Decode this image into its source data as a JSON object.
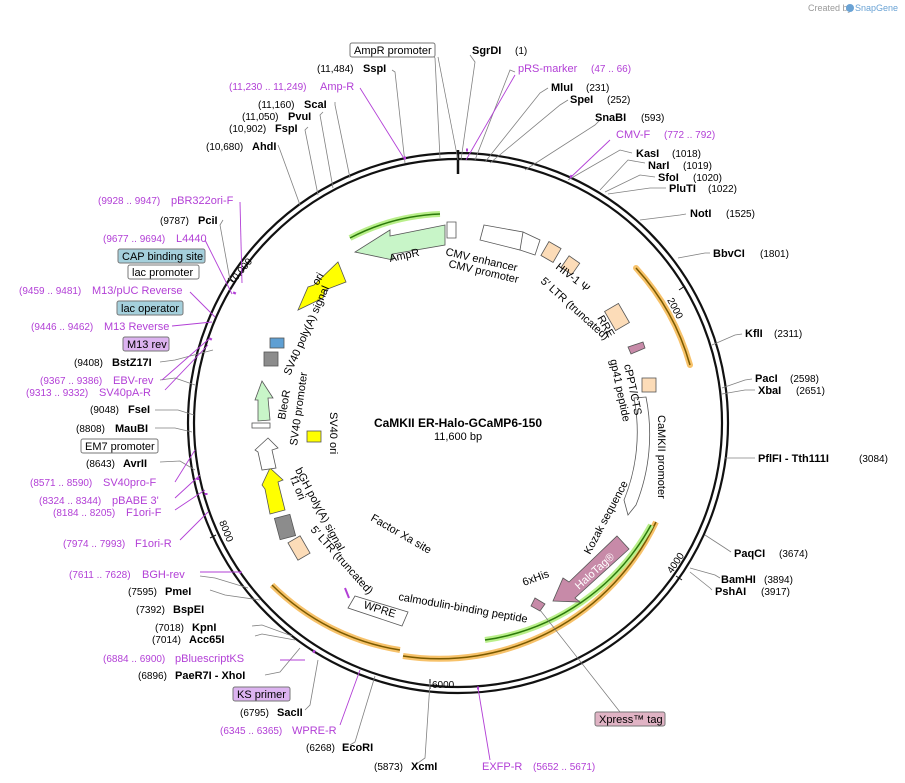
{
  "credit": {
    "created_by": "Created by",
    "app": "SnapGene"
  },
  "plasmid": {
    "name": "CaMKII ER-Halo-GCaMP6-150",
    "length": "11,600 bp"
  },
  "ticks": [
    {
      "label": "2000",
      "bp": 2000
    },
    {
      "label": "4000",
      "bp": 4000
    },
    {
      "label": "6000",
      "bp": 6000
    },
    {
      "label": "8000",
      "bp": 8000
    },
    {
      "label": "10,000",
      "bp": 10000
    }
  ],
  "enzymes": [
    {
      "name": "SgrDI",
      "pos": "(1)"
    },
    {
      "name": "MluI",
      "pos": "(231)"
    },
    {
      "name": "SpeI",
      "pos": "(252)"
    },
    {
      "name": "SnaBI",
      "pos": "(593)"
    },
    {
      "name": "KasI",
      "pos": "(1018)"
    },
    {
      "name": "NarI",
      "pos": "(1019)"
    },
    {
      "name": "SfoI",
      "pos": "(1020)"
    },
    {
      "name": "PluTI",
      "pos": "(1022)"
    },
    {
      "name": "NotI",
      "pos": "(1525)"
    },
    {
      "name": "BbvCI",
      "pos": "(1801)"
    },
    {
      "name": "KflI",
      "pos": "(2311)"
    },
    {
      "name": "PacI",
      "pos": "(2598)"
    },
    {
      "name": "XbaI",
      "pos": "(2651)"
    },
    {
      "name": "PflFI - Tth111I",
      "pos": "(3084)"
    },
    {
      "name": "PaqCI",
      "pos": "(3674)"
    },
    {
      "name": "BamHI",
      "pos": "(3894)"
    },
    {
      "name": "PshAI",
      "pos": "(3917)"
    },
    {
      "name": "XcmI",
      "pos": "(5873)"
    },
    {
      "name": "EcoRI",
      "pos": "(6268)"
    },
    {
      "name": "SacII",
      "pos": "(6795)"
    },
    {
      "name": "PaeR7I - XhoI",
      "pos": "(6896)"
    },
    {
      "name": "Acc65I",
      "pos": "(7014)"
    },
    {
      "name": "KpnI",
      "pos": "(7018)"
    },
    {
      "name": "BspEI",
      "pos": "(7392)"
    },
    {
      "name": "PmeI",
      "pos": "(7595)"
    },
    {
      "name": "AvrII",
      "pos": "(8643)"
    },
    {
      "name": "MauBI",
      "pos": "(8808)"
    },
    {
      "name": "FseI",
      "pos": "(9048)"
    },
    {
      "name": "BstZ17I",
      "pos": "(9408)"
    },
    {
      "name": "PciI",
      "pos": "(9787)"
    },
    {
      "name": "AhdI",
      "pos": "(10,680)"
    },
    {
      "name": "FspI",
      "pos": "(10,902)"
    },
    {
      "name": "PvuI",
      "pos": "(11,050)"
    },
    {
      "name": "ScaI",
      "pos": "(11,160)"
    },
    {
      "name": "SspI",
      "pos": "(11,484)"
    }
  ],
  "primers": [
    {
      "name": "pRS-marker",
      "range": "(47 .. 66)"
    },
    {
      "name": "CMV-F",
      "range": "(772 .. 792)"
    },
    {
      "name": "EXFP-R",
      "range": "(5652 .. 5671)"
    },
    {
      "name": "WPRE-R",
      "range": "(6345 .. 6365)"
    },
    {
      "name": "pBluescriptKS",
      "range": "(6884 .. 6900)"
    },
    {
      "name": "BGH-rev",
      "range": "(7611 .. 7628)"
    },
    {
      "name": "F1ori-R",
      "range": "(7974 .. 7993)"
    },
    {
      "name": "F1ori-F",
      "range": "(8184 .. 8205)"
    },
    {
      "name": "pBABE 3'",
      "range": "(8324 .. 8344)"
    },
    {
      "name": "SV40pro-F",
      "range": "(8571 .. 8590)"
    },
    {
      "name": "SV40pA-R",
      "range": "(9313 .. 9332)"
    },
    {
      "name": "EBV-rev",
      "range": "(9367 .. 9386)"
    },
    {
      "name": "M13 Reverse",
      "range": "(9446 .. 9462)"
    },
    {
      "name": "M13/pUC Reverse",
      "range": "(9459 .. 9481)"
    },
    {
      "name": "L4440",
      "range": "(9677 .. 9694)"
    },
    {
      "name": "pBR322ori-F",
      "range": "(9928 .. 9947)"
    },
    {
      "name": "Amp-R",
      "range": "(11,230 .. 11,249)"
    }
  ],
  "boxed_labels": {
    "ampr_promoter": "AmpR promoter",
    "cap_binding_site": "CAP binding site",
    "lac_promoter": "lac promoter",
    "lac_operator": "lac operator",
    "m13_rev": "M13 rev",
    "em7_promoter": "EM7 promoter",
    "ks_primer": "KS primer",
    "xpress_tag": "Xpress™ tag"
  },
  "features": {
    "ampr": "AmpR",
    "ori": "ori",
    "cmv_enhancer": "CMV enhancer",
    "cmv_promoter": "CMV promoter",
    "hiv_psi": "HIV-1 Ψ",
    "ltr5_top": "5′ LTR (truncated)",
    "rre": "RRE",
    "cppt": "cPPT/CTS",
    "gp41": "gp41 peptide",
    "camkii_promoter": "CaMKII promoter",
    "kozak": "Kozak sequence",
    "halotag": "HaloTag®",
    "his6": "6xHis",
    "calmodulin": "calmodulin-binding peptide",
    "wpre": "WPRE",
    "factor_xa": "Factor Xa site",
    "ltr5_bottom": "5′ LTR (truncated)",
    "bgh": "bGH poly(A) signal",
    "f1ori": "f1 ori",
    "sv40_promoter": "SV40 promoter",
    "bleor": "BleoR",
    "sv40_ori": "SV40 ori",
    "sv40_polya": "SV40 poly(A) signal"
  },
  "colors": {
    "backbone": "#111111",
    "primer": "#b23fd6",
    "ampr_fill": "#c8f5c8",
    "ampr_halo": "#b9ef8a",
    "ori_fill": "#ffff00",
    "ltr_fill": "#fcdcb8",
    "halotag_fill": "#c78aa8",
    "camkii_halo": "#74c534",
    "orange_halo": "#f7c26a",
    "gray_box": "#8c8c8c",
    "teal_box": "#a5d0dc",
    "pink_box": "#dcb3f0",
    "xpress_box": "#e0b3c4"
  }
}
